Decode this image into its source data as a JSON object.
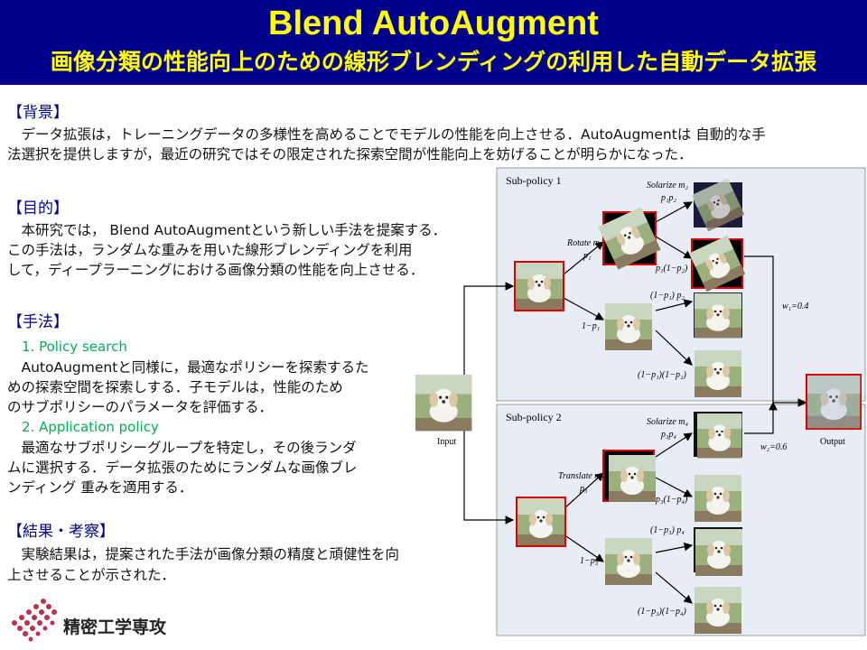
{
  "header": {
    "title": "Blend AutoAugment",
    "subtitle": "画像分類の性能向上のための線形ブレンディングの利用した自動データ拡張"
  },
  "background": {
    "heading": "【背景】",
    "line1": "　データ拡張は，トレーニングデータの多様性を高めることでモデルの性能を向上させる．AutoAugmentは 自動的な手",
    "line2": "法選択を提供しますが，最近の研究ではその限定された探索空間が性能向上を妨げることが明らかになった．"
  },
  "purpose": {
    "heading": "【目的】",
    "line1": "　本研究では， Blend AutoAugmentという新しい手法を提案する．",
    "line2": "この手法は，ランダムな重みを用いた線形ブレンディングを利用",
    "line3": "して，ディープラーニングにおける画像分類の性能を向上させる．"
  },
  "method": {
    "heading": "【手法】",
    "item1_title": "1. Policy search",
    "item1_line1": "　AutoAugmentと同様に，最適なポリシーを探索するた",
    "item1_line2": "めの探索空間を探索しする．子モデルは，性能のため",
    "item1_line3": "のサブポリシーのパラメータを評価する．",
    "item2_title": "2. Application policy",
    "item2_line1": "　最適なサブポリシーグループを特定し，その後ランダ",
    "item2_line2": "ムに選択する．データ拡張のためにランダムな画像ブレ",
    "item2_line3": "ンディング 重みを適用する．"
  },
  "results": {
    "heading": "【結果・考察】",
    "line1": "　実験結果は，提案された手法が画像分類の精度と頑健性を向",
    "line2": "上させることが示された．"
  },
  "figure": {
    "input_label": "Input",
    "output_label": "Output",
    "w1": "w₁=0.4",
    "w2": "w₂=0.6",
    "sp1": {
      "title": "Sub-policy 1",
      "op1": "Rotate m₁",
      "p1": "p₁",
      "np1": "1−p₁",
      "op2": "Solarize m₂",
      "b1": "p₁p₂",
      "b2": "p₁(1−p₂)",
      "b3": "(1−p₁) p₂",
      "b4": "(1−p₁)(1−p₂)"
    },
    "sp2": {
      "title": "Sub-policy 2",
      "op1": "Translate m₃",
      "p3": "p₃",
      "np3": "1−p₃",
      "op2": "Solarize m₄",
      "b1": "p₃p₄",
      "b2": "p₃(1−p₄)",
      "b3": "(1−p₃) p₄",
      "b4": "(1−p₃)(1−p₄)"
    }
  },
  "logo": {
    "text": "精密工学専攻",
    "color": "#c0304a"
  },
  "colors": {
    "header_bg": "#00008b",
    "title": "#ffff00",
    "heading": "#00008b",
    "subheading": "#00b050",
    "panel_bg": "#e8ecf5",
    "highlight_border": "#e00000"
  }
}
